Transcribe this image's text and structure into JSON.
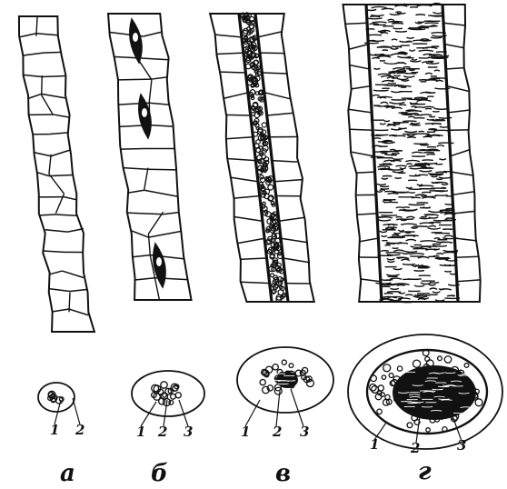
{
  "panels": [
    {
      "letter": "а",
      "labels": [
        "1",
        "2"
      ]
    },
    {
      "letter": "б",
      "labels": [
        "1",
        "2",
        "3"
      ]
    },
    {
      "letter": "в",
      "labels": [
        "1",
        "2",
        "3"
      ]
    },
    {
      "letter": "г",
      "labels": [
        "1",
        "2",
        "3"
      ]
    }
  ],
  "colors": {
    "ink": "#111111",
    "background": "#ffffff"
  }
}
